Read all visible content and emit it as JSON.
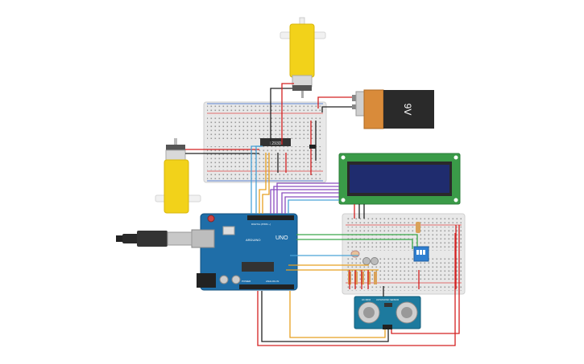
{
  "battery": {
    "label": "9V"
  },
  "driver_chip": {
    "label": "L293D"
  },
  "arduino": {
    "brand": "ARDUINO",
    "model": "UNO",
    "digital_header": "DIGITAL (PWM ~)",
    "analog_header": "ANALOG IN",
    "power_header": "POWER"
  },
  "sensor": {
    "label": "HC-SR04",
    "title": "ULTRASONIC SENSOR"
  },
  "colors": {
    "breadboard": "#e9e9e9",
    "arduino_board": "#1f6ea8",
    "lcd_pcb": "#3a9b48",
    "lcd_screen": "#1f2c6e",
    "motor_yellow": "#f2d21a",
    "battery_orange": "#d98b3a",
    "wire_red": "#d42020",
    "wire_black": "#222222",
    "wire_blue": "#4aa3d8",
    "wire_orange": "#e8a020",
    "wire_purple": "#8a4dbf",
    "wire_green": "#3aa84a"
  }
}
